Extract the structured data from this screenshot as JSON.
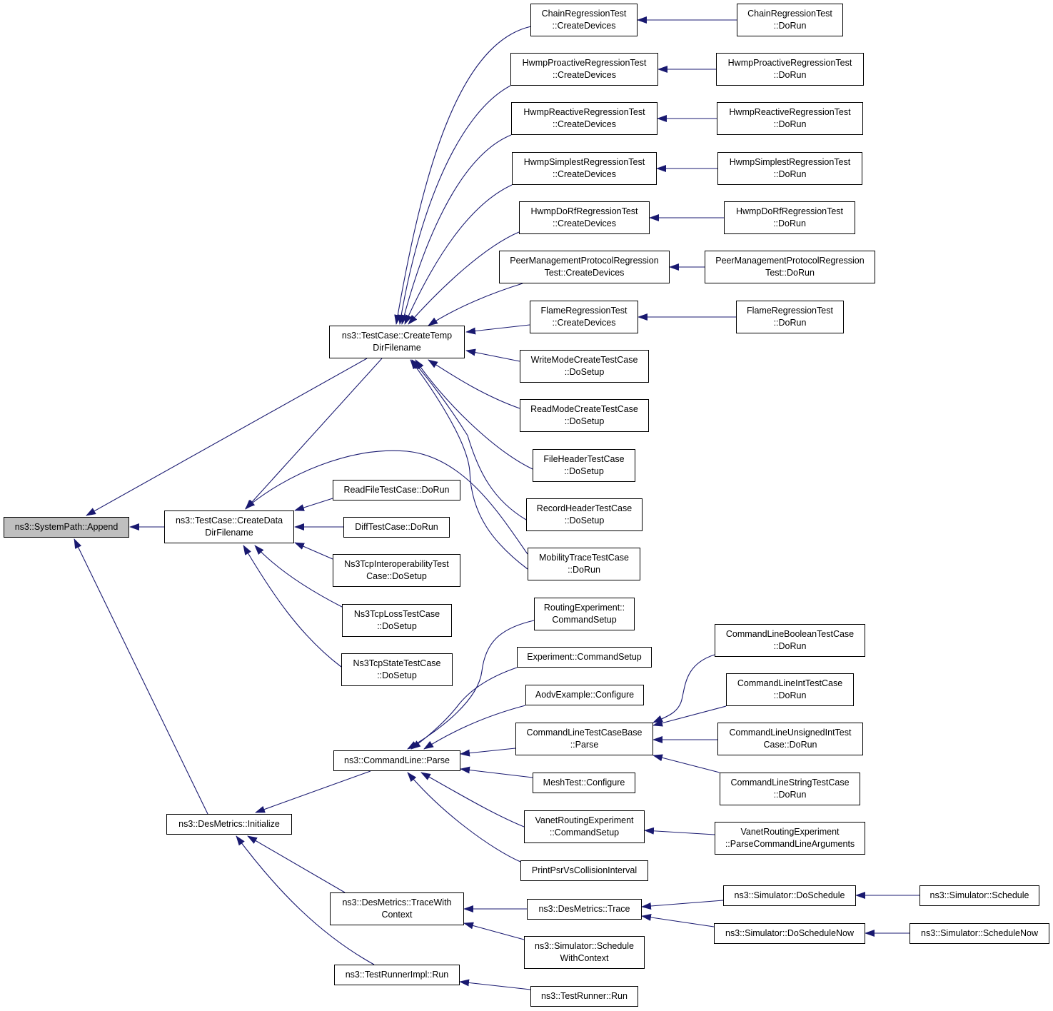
{
  "colors": {
    "edge": "#191970",
    "root_fill": "#bfbfbf",
    "node_fill": "#ffffff",
    "border": "#000000"
  },
  "nodes": {
    "append": [
      "ns3::SystemPath::Append"
    ],
    "create_temp": [
      "ns3::TestCase::CreateTemp",
      "DirFilename"
    ],
    "create_data": [
      "ns3::TestCase::CreateData",
      "DirFilename"
    ],
    "desmetrics_init": [
      "ns3::DesMetrics::Initialize"
    ],
    "chain_cd": [
      "ChainRegressionTest",
      "::CreateDevices"
    ],
    "chain_run": [
      "ChainRegressionTest",
      "::DoRun"
    ],
    "hwmp_pro_cd": [
      "HwmpProactiveRegressionTest",
      "::CreateDevices"
    ],
    "hwmp_pro_run": [
      "HwmpProactiveRegressionTest",
      "::DoRun"
    ],
    "hwmp_rea_cd": [
      "HwmpReactiveRegressionTest",
      "::CreateDevices"
    ],
    "hwmp_rea_run": [
      "HwmpReactiveRegressionTest",
      "::DoRun"
    ],
    "hwmp_sim_cd": [
      "HwmpSimplestRegressionTest",
      "::CreateDevices"
    ],
    "hwmp_sim_run": [
      "HwmpSimplestRegressionTest",
      "::DoRun"
    ],
    "hwmp_dorf_cd": [
      "HwmpDoRfRegressionTest",
      "::CreateDevices"
    ],
    "hwmp_dorf_run": [
      "HwmpDoRfRegressionTest",
      "::DoRun"
    ],
    "peer_cd": [
      "PeerManagementProtocolRegression",
      "Test::CreateDevices"
    ],
    "peer_run": [
      "PeerManagementProtocolRegression",
      "Test::DoRun"
    ],
    "flame_cd": [
      "FlameRegressionTest",
      "::CreateDevices"
    ],
    "flame_run": [
      "FlameRegressionTest",
      "::DoRun"
    ],
    "writemode": [
      "WriteModeCreateTestCase",
      "::DoSetup"
    ],
    "readmode": [
      "ReadModeCreateTestCase",
      "::DoSetup"
    ],
    "fileheader": [
      "FileHeaderTestCase",
      "::DoSetup"
    ],
    "recordheader": [
      "RecordHeaderTestCase",
      "::DoSetup"
    ],
    "mobility": [
      "MobilityTraceTestCase",
      "::DoRun"
    ],
    "readfile": [
      "ReadFileTestCase::DoRun"
    ],
    "difftest": [
      "DiffTestCase::DoRun"
    ],
    "ns3tcp_interop": [
      "Ns3TcpInteroperabilityTest",
      "Case::DoSetup"
    ],
    "ns3tcp_loss": [
      "Ns3TcpLossTestCase",
      "::DoSetup"
    ],
    "ns3tcp_state": [
      "Ns3TcpStateTestCase",
      "::DoSetup"
    ],
    "cmdline_parse": [
      "ns3::CommandLine::Parse"
    ],
    "routing_exp": [
      "RoutingExperiment::",
      "CommandSetup"
    ],
    "experiment": [
      "Experiment::CommandSetup"
    ],
    "aodv": [
      "AodvExample::Configure"
    ],
    "cltcb_parse": [
      "CommandLineTestCaseBase",
      "::Parse"
    ],
    "meshtest": [
      "MeshTest::Configure"
    ],
    "vanet_cs": [
      "VanetRoutingExperiment",
      "::CommandSetup"
    ],
    "printpsr": [
      "PrintPsrVsCollisionInterval"
    ],
    "cl_bool": [
      "CommandLineBooleanTestCase",
      "::DoRun"
    ],
    "cl_int": [
      "CommandLineIntTestCase",
      "::DoRun"
    ],
    "cl_uint": [
      "CommandLineUnsignedIntTest",
      "Case::DoRun"
    ],
    "cl_string": [
      "CommandLineStringTestCase",
      "::DoRun"
    ],
    "vanet_parse": [
      "VanetRoutingExperiment",
      "::ParseCommandLineArguments"
    ],
    "des_trace_ctx": [
      "ns3::DesMetrics::TraceWith",
      "Context"
    ],
    "testrunnerimpl_run": [
      "ns3::TestRunnerImpl::Run"
    ],
    "des_trace": [
      "ns3::DesMetrics::Trace"
    ],
    "sim_sched_ctx": [
      "ns3::Simulator::Schedule",
      "WithContext"
    ],
    "testrunner_run": [
      "ns3::TestRunner::Run"
    ],
    "sim_dosched": [
      "ns3::Simulator::DoSchedule"
    ],
    "sim_doschednow": [
      "ns3::Simulator::DoScheduleNow"
    ],
    "sim_sched": [
      "ns3::Simulator::Schedule"
    ],
    "sim_schednow": [
      "ns3::Simulator::ScheduleNow"
    ]
  }
}
